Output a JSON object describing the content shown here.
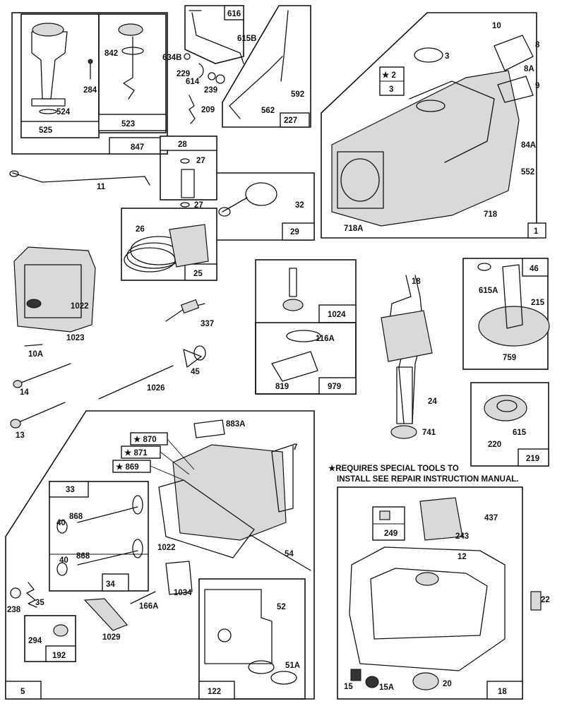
{
  "diagram_title": "",
  "labels": {
    "p525": "525",
    "p524": "524",
    "p523": "523",
    "p842": "842",
    "p284": "284",
    "p847": "847",
    "p616": "616",
    "p615b": "615B",
    "p634b": "634B",
    "p229": "229",
    "p614": "614",
    "p239": "239",
    "p209": "209",
    "p227": "227",
    "p562": "562",
    "p592": "592",
    "p10": "10",
    "p8": "8",
    "p8a": "8A",
    "p9": "9",
    "p3a": "3",
    "p2": "★ 2",
    "p3b": "3",
    "p84a": "84A",
    "p552": "552",
    "p718": "718",
    "p718a": "718A",
    "p1": "1",
    "p11": "11",
    "p28": "28",
    "p27a": "27",
    "p27b": "27",
    "p26": "26",
    "p25": "25",
    "p32": "32",
    "p29": "29",
    "p1022a": "1022",
    "p1023": "1023",
    "p337": "337",
    "p10a": "10A",
    "p45": "45",
    "p14": "14",
    "p1026": "1026",
    "p13": "13",
    "p1024": "1024",
    "p116a": "116A",
    "p819": "819",
    "p979": "979",
    "p18": "18",
    "p24": "24",
    "p741": "741",
    "p46": "46",
    "p615a": "615A",
    "p215": "215",
    "p759": "759",
    "p219": "219",
    "p615": "615",
    "p220": "220",
    "p883a": "883A",
    "p870": "★ 870",
    "p871": "★ 871",
    "p869": "★ 869",
    "p7": "7",
    "p33": "33",
    "p868a": "868",
    "p40a": "40",
    "p868b": "868",
    "p40b": "40",
    "p34": "34",
    "p1022b": "1022",
    "p54": "54",
    "p1034": "1034",
    "p166a": "166A",
    "p238": "238",
    "p35": "35",
    "p1029": "1029",
    "p294": "294",
    "p192": "192",
    "p52": "52",
    "p51a": "51A",
    "p122": "122",
    "p5": "5",
    "p249": "249",
    "p243": "243",
    "p437": "437",
    "p12": "12",
    "p22": "22",
    "p15": "15",
    "p15a": "15A",
    "p20": "20",
    "p18b": "18"
  },
  "notes": {
    "line1": "★REQUIRES SPECIAL TOOLS TO",
    "line2": "INSTALL SEE REPAIR INSTRUCTION MANUAL."
  }
}
